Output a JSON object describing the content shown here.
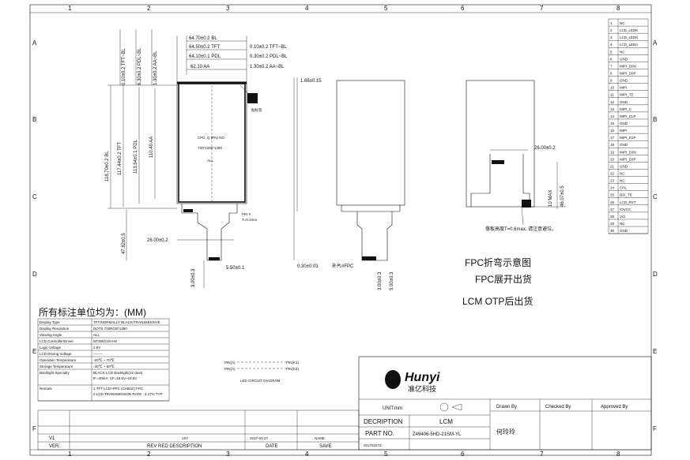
{
  "grid": {
    "cols": [
      "1",
      "2",
      "3",
      "4",
      "5",
      "6",
      "7",
      "8"
    ],
    "rows": [
      "A",
      "B",
      "C",
      "D",
      "E",
      "F"
    ]
  },
  "front_view": {
    "top_dims": [
      "64.70±0.2  BL",
      "64.50±0.2  TFT",
      "64.10±0.1  PDL",
      "62.10  AA"
    ],
    "right_dims": [
      "0.10±0.2  TFT~BL",
      "0.30±0.2  PDL~BL",
      "1.30±0.2  AA~BL"
    ],
    "left_vdims": [
      "0.10±0.2  TFT~BL",
      "6.30±0.2  PDL~BL",
      "1.30±0.2  AA~BL"
    ],
    "height_dims": [
      "118.70±0.2  BL",
      "117.44±0.2  TFT",
      "113.54±0.1  PDL",
      "110.40  AA"
    ],
    "center_text_1": "CPD, Q (PN) NO",
    "center_text_2": "720*1280*1280",
    "center_text_3": "ALL",
    "label_tag": "贴标签",
    "pin1_note": "PIN #\nT=0.1mm",
    "fpc_len": "47.82±0.5",
    "fpc_width": "26.00±0.2",
    "fpc_tip": "5.50±0.1",
    "fpc_bottom": "3.00±0.3"
  },
  "side_view": {
    "thickness": "1.66±0.15",
    "fpc_thick": "0.30±0.03",
    "fpc_note": "补片#FPC",
    "d1": "3.00±0.3",
    "d2": "5.00±0.3"
  },
  "rear_view": {
    "width": "26.00±0.2",
    "depth": "46.07±0.5",
    "max": "10  MAX",
    "note": "撑板高度T=0.6max, 请注意避位。"
  },
  "notes": {
    "fold_1": "FPC折弯示意图",
    "fold_2": "FPC展开出货",
    "otp": "LCM OTP后出货",
    "unit": "所有标注单位均为：(MM)"
  },
  "pin_table": [
    {
      "n": "1",
      "f": "NC"
    },
    {
      "n": "2",
      "f": "LCD_LEDK"
    },
    {
      "n": "3",
      "f": "LCD_LEDK"
    },
    {
      "n": "4",
      "f": "LCD_LEDA"
    },
    {
      "n": "5",
      "f": "NC"
    },
    {
      "n": "6",
      "f": "GND"
    },
    {
      "n": "7",
      "f": "MIPI_D0N"
    },
    {
      "n": "8",
      "f": "MIPI_D0P"
    },
    {
      "n": "9",
      "f": "GND"
    },
    {
      "n": "10",
      "f": "MIPI"
    },
    {
      "n": "11",
      "f": "MIPI_TE"
    },
    {
      "n": "12",
      "f": "GND"
    },
    {
      "n": "13",
      "f": "MIPI_C"
    },
    {
      "n": "14",
      "f": "MIPI_CLP"
    },
    {
      "n": "15",
      "f": "GND"
    },
    {
      "n": "16",
      "f": "MIPI"
    },
    {
      "n": "17",
      "f": "MIPI_D1P"
    },
    {
      "n": "18",
      "f": "GND"
    },
    {
      "n": "19",
      "f": "MIPI_D3N"
    },
    {
      "n": "20",
      "f": "MIPI_D3P"
    },
    {
      "n": "21",
      "f": "GND"
    },
    {
      "n": "22",
      "f": "NC"
    },
    {
      "n": "23",
      "f": "NC"
    },
    {
      "n": "24",
      "f": "CHL"
    },
    {
      "n": "25",
      "f": "DSI_TE"
    },
    {
      "n": "26",
      "f": "LCD_RST"
    },
    {
      "n": "27",
      "f": "IOVCC"
    },
    {
      "n": "28",
      "f": "VCI"
    },
    {
      "n": "29",
      "f": "NC"
    },
    {
      "n": "30",
      "f": "GND"
    }
  ],
  "spec_table": [
    {
      "k": "Display Type",
      "v": "TFT/NORMALLY BLACK/TRANSMISSIVE"
    },
    {
      "k": "Display Resolution",
      "v": "DOTS 720RGB*1280"
    },
    {
      "k": "Viewing Angle",
      "v": "ALL"
    },
    {
      "k": "LCD Controller/Driver",
      "v": "NT35521SH-M"
    },
    {
      "k": "Logic Voltage",
      "v": "2.8V"
    },
    {
      "k": "LCD Driving Voltage",
      "v": "--------"
    },
    {
      "k": "Operation Temperature",
      "v": "-20℃ ~ 70℃"
    },
    {
      "k": "Storage Temperature",
      "v": "-30℃ ~ 80℃"
    },
    {
      "k": "Backlight Specialty",
      "v": "BLACK LCD Backlight(12 dust)\nIF=40mA, VF=18.6V~19.8V"
    },
    {
      "k": "Remark",
      "v": "1.TFT LCD+FPC (CABLE) FPC\n2.LCD TRANSMISSION RATE : 4.47% TYP"
    }
  ],
  "led_circuit": {
    "row1": "PIN(A)——  ——PIN(K1)",
    "row2": "PIN(A)——  ——PIN(K2)",
    "label": "LED CIRCUIT DIAGRAM"
  },
  "revision": {
    "ver_v1": "V1",
    "ver_label": "VER",
    "desc_v1": "1ST",
    "desc_label": "REV  RED  DESCRIPTION",
    "date_v1": "2017-03-27",
    "date_label": "DATE",
    "save_v1": "NAME",
    "save_label": "SAVE"
  },
  "title_block": {
    "company": "Hunyi",
    "company_cn": "准亿科技",
    "unit": "UNIT:mm",
    "descrition_label": "DECRIPTION",
    "description": "LCM",
    "part_label": "PART NO.",
    "part_no": "Z49406-5HD-21SM-YL",
    "drawn_by": "Drawn By",
    "checked_by": "Checked By",
    "approved_by": "Approved By",
    "signer": "何玲玲",
    "version_line": "20170327Z"
  }
}
